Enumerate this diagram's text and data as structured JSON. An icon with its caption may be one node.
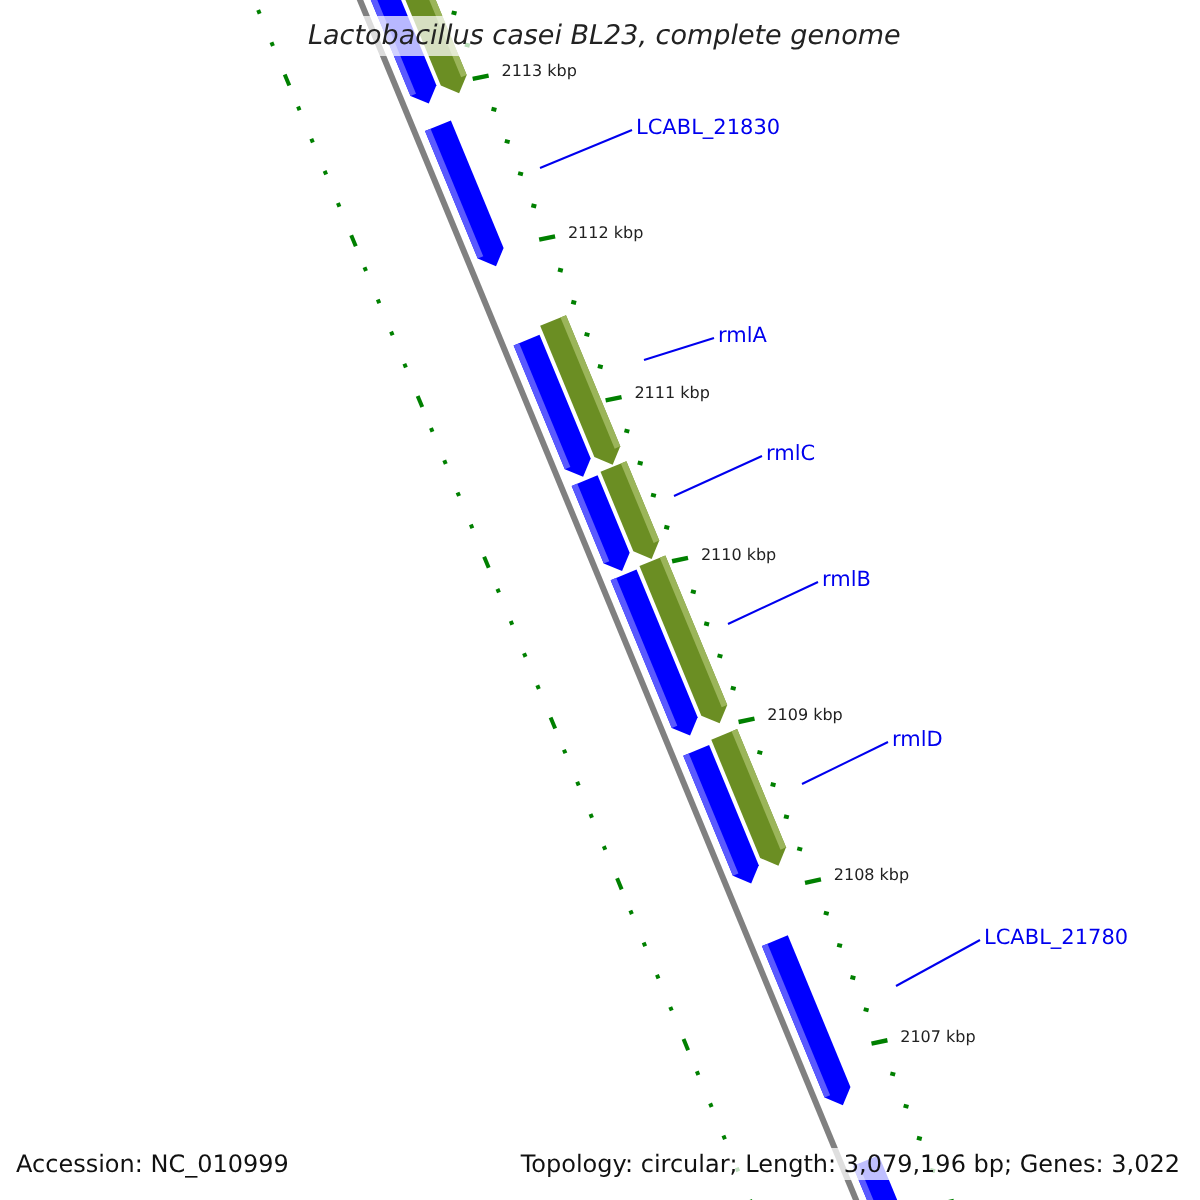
{
  "diagram": {
    "title": "Lactobacillus casei BL23, complete genome",
    "nodes": [
      {
        "text": [
          "LCABL_21830"
        ]
      },
      {
        "text": [
          "rmlA"
        ]
      },
      {
        "text": [
          "rmlC"
        ]
      },
      {
        "text": [
          "rmlB"
        ]
      },
      {
        "text": [
          "rmlD"
        ]
      },
      {
        "text": [
          "LCABL_21780"
        ]
      }
    ],
    "edges": [
      {
        "from": 0,
        "to": null,
        "arrow": "none"
      },
      {
        "from": 1,
        "to": null,
        "arrow": "none"
      },
      {
        "from": 2,
        "to": null,
        "arrow": "none"
      },
      {
        "from": 3,
        "to": null,
        "arrow": "none"
      },
      {
        "from": 4,
        "to": null,
        "arrow": "none"
      },
      {
        "from": 5,
        "to": null,
        "arrow": "none"
      }
    ],
    "labels": [
      "2113 kbp",
      "2112 kbp",
      "2111 kbp",
      "2110 kbp",
      "2109 kbp",
      "2108 kbp",
      "2107 kbp",
      "Accession: NC_010999",
      "Topology: circular; Length: 3,079,196 bp; Genes: 3,022"
    ]
  }
}
